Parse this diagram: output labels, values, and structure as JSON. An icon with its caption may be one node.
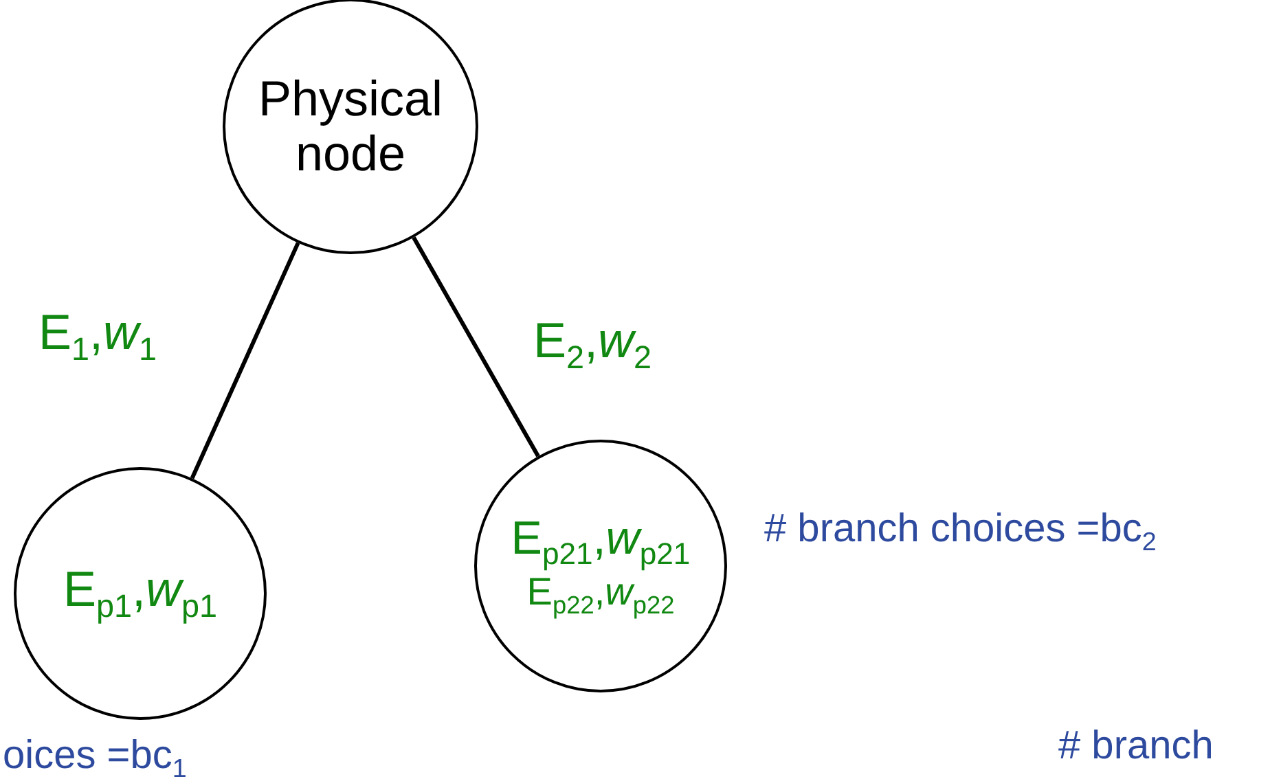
{
  "diagram": {
    "nodes": [
      {
        "text": [
          "Physical node"
        ]
      },
      {
        "text": [
          "E$_{p1}$,*w*$_{p1}$"
        ],
        "beside": [
          "oices =bc$_{1}$"
        ]
      },
      {
        "text": [
          "E$_{p21}$,*w*$_{p21}$",
          "E$_{p22}$,*w*$_{p22}$"
        ],
        "beside": [
          "# branch choices =bc$_{2}$"
        ]
      }
    ],
    "edges": [
      {
        "from": 0,
        "to": 1,
        "arrow": "none",
        "label": "E$_{1}$,*w*$_{1}$"
      },
      {
        "from": 0,
        "to": 2,
        "arrow": "none",
        "label": "E$_{2}$,*w*$_{2}$"
      }
    ],
    "labels": [
      "# branch"
    ]
  }
}
